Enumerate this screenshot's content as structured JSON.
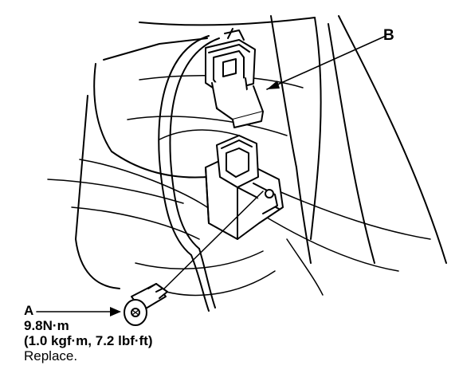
{
  "callouts": {
    "b": {
      "label": "B"
    },
    "a": {
      "label": "A",
      "torque_nm": "9.8N·m",
      "torque_alt": "(1.0 kgf·m, 7.2 lbf·ft)",
      "note": "Replace."
    }
  }
}
